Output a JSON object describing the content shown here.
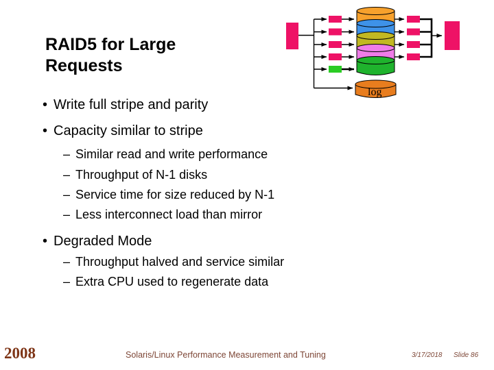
{
  "slide": {
    "title": "RAID5 for Large Requests",
    "bullet_char": "•",
    "dash_char": "–",
    "bullets": [
      {
        "level": 1,
        "text": "Write full stripe and parity"
      },
      {
        "level": 1,
        "text": "Capacity similar to stripe"
      },
      {
        "level": 2,
        "text": "Similar read and write performance"
      },
      {
        "level": 2,
        "text": "Throughput of N-1 disks"
      },
      {
        "level": 2,
        "text": "Service time for size reduced by N-1"
      },
      {
        "level": 2,
        "text": "Less interconnect load than mirror"
      },
      {
        "level": 1,
        "text": "Degraded Mode"
      },
      {
        "level": 2,
        "text": "Throughput halved and service similar"
      },
      {
        "level": 2,
        "text": "Extra CPU used to regenerate data"
      }
    ]
  },
  "diagram": {
    "log_label": "log",
    "colors": {
      "chunk": "#ee1266",
      "parity": "#2bcc24",
      "disk1": "#f7a12c",
      "disk2": "#3e92e8",
      "disk3": "#c2b822",
      "disk4": "#ef7ce8",
      "disk5": "#1fb32d",
      "log": "#e87d1e"
    }
  },
  "footer": {
    "year": "2008",
    "center": "Solaris/Linux Performance Measurement and Tuning",
    "date": "3/17/2018",
    "slide_number": "Slide 86"
  }
}
